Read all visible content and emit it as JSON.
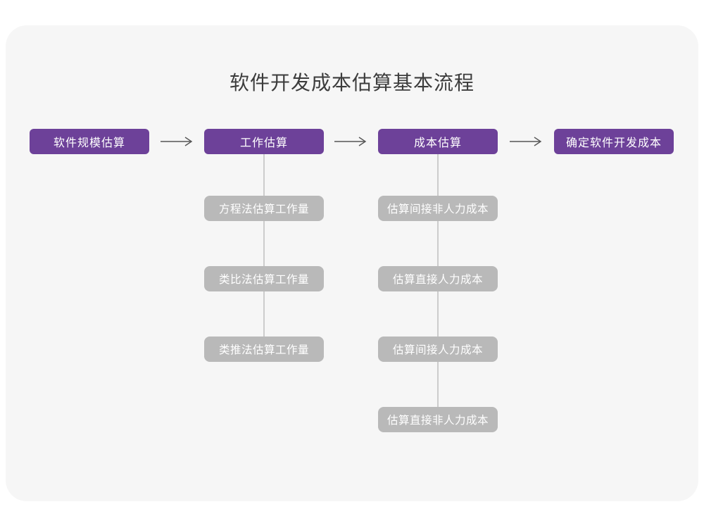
{
  "page": {
    "title": "软件开发成本估算基本流程"
  },
  "colors": {
    "stage_box": "#6d4199",
    "sub_box": "#b9b9b9",
    "connector_line": "#cccccc",
    "arrow": "#555555",
    "panel_background": "#f6f6f6",
    "page_background": "#ffffff",
    "box_text": "#ffffff",
    "title_text": "#3c3c3c"
  },
  "flow": {
    "stages": [
      {
        "label": "软件规模估算",
        "children": []
      },
      {
        "label": "工作估算",
        "children": [
          "方程法估算工作量",
          "类比法估算工作量",
          "类推法估算工作量"
        ]
      },
      {
        "label": "成本估算",
        "children": [
          "估算间接非人力成本",
          "估算直接人力成本",
          "估算间接人力成本",
          "估算直接非人力成本"
        ]
      },
      {
        "label": "确定软件开发成本",
        "children": []
      }
    ],
    "arrow_icon": "right-arrow"
  }
}
